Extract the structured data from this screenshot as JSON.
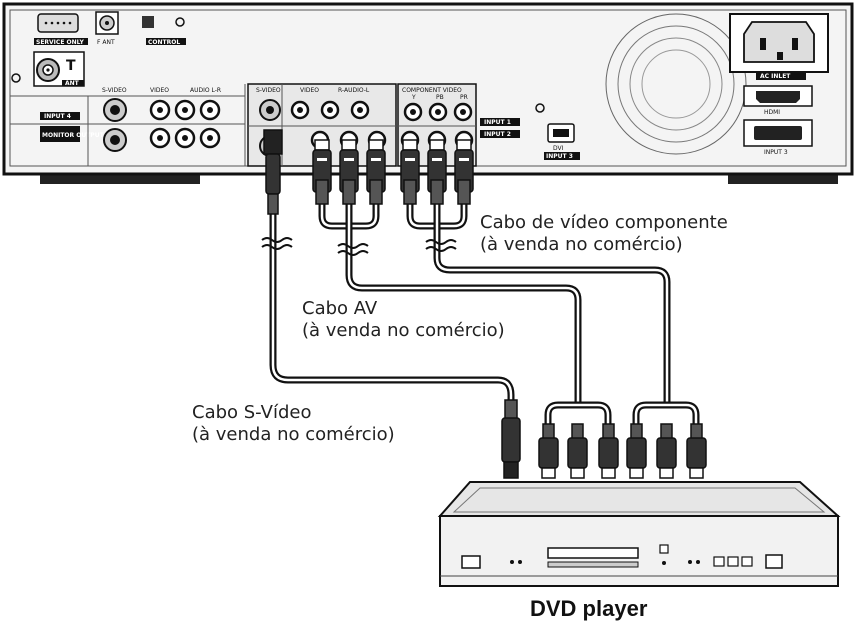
{
  "labels": {
    "component_cable": [
      "Cabo de vídeo componente",
      "(à venda no comércio)"
    ],
    "av_cable": [
      "Cabo AV",
      "(à venda no comércio)"
    ],
    "svideo_cable": [
      "Cabo S-Vídeo",
      "(à venda no comércio)"
    ],
    "dvd_player": "DVD player"
  },
  "panel": {
    "ports": {
      "service_only": "SERVICE ONLY",
      "f_ant": "F ANT",
      "control": "CONTROL",
      "ant": "ANT",
      "input4": "INPUT 4",
      "monitor_output": "MONITOR OUTPUT",
      "svideo_left": "S-VIDEO",
      "video_left": "VIDEO",
      "audio_left": "AUDIO L-R",
      "svideo": "S-VIDEO",
      "video": "VIDEO",
      "audio": "R-AUDIO-L",
      "component": "COMPONENT VIDEO",
      "component_y": "Y",
      "component_pb": "PB",
      "component_pr": "PR",
      "input1": "INPUT 1",
      "input2": "INPUT 2",
      "input3": "INPUT 3",
      "dvi": "DVI",
      "ac_inlet": "AC INLET",
      "hdmi": "HDMI",
      "dvi_input": "INPUT 3"
    }
  }
}
